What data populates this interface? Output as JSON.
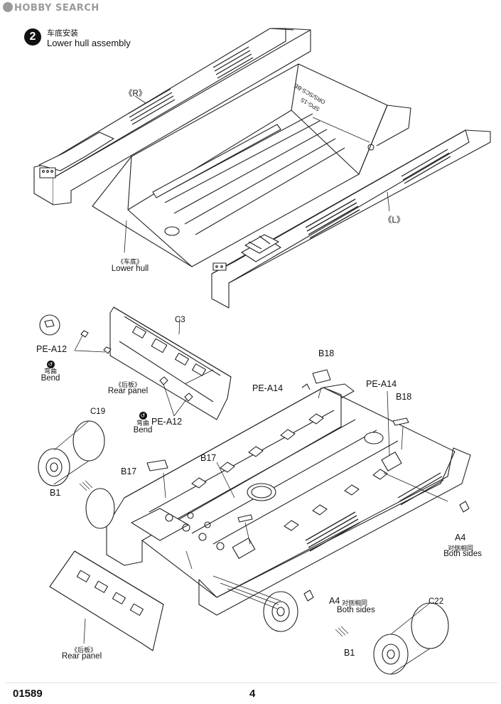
{
  "watermark": {
    "text": "HOBBY SEARCH"
  },
  "step": {
    "number": "2",
    "title_cn": "车底安装",
    "title_en": "Lower hull assembly"
  },
  "labels": {
    "side_r": "《R》",
    "side_l": "《L》",
    "lower_hull_cn": "《车底》",
    "lower_hull_en": "Lower hull",
    "c3": "C3",
    "pe_a12_left": "PE-A12",
    "bend_cn_1": "弯曲",
    "bend_en_1": "Bend",
    "rear_panel_cn_1": "《后板》",
    "rear_panel_en_1": "Rear panel",
    "bend_cn_2": "弯曲",
    "bend_en_2": "Bend",
    "pe_a12_right": "PE-A12",
    "c19": "C19",
    "b1_left": "B1",
    "b17_left": "B17",
    "b17_mid": "B17",
    "b18_top": "B18",
    "pe_a14_left": "PE-A14",
    "pe_a14_right": "PE-A14",
    "b18_right": "B18",
    "a4_right": "A4",
    "a4_right_cn": "对侧相同",
    "a4_right_en": "Both sides",
    "a4_mid": "A4",
    "a4_mid_cn": "对侧相同",
    "a4_mid_en": "Both sides",
    "c22": "C22",
    "b1_bottom": "B1",
    "rear_panel_cn_2": "《后板》",
    "rear_panel_en_2": "Rear panel",
    "hull_stamp_1": "SPG-1S",
    "hull_stamp_2": "ORS/SCS-BE"
  },
  "footer": {
    "product_number": "01589",
    "page": "4"
  }
}
